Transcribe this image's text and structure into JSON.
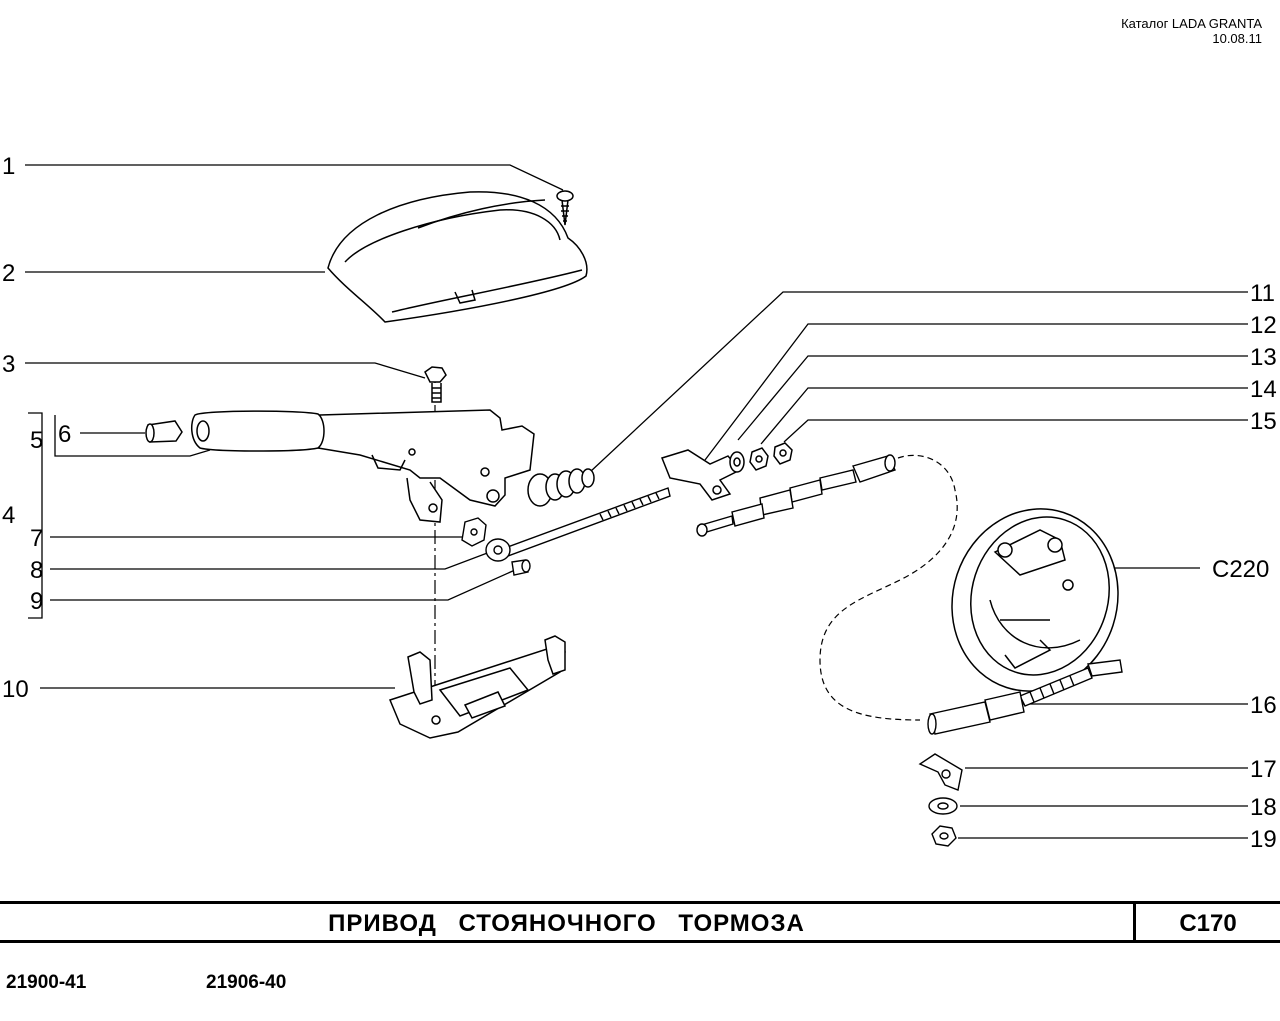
{
  "header": {
    "catalog": "Каталог LADA  GRANTA",
    "date": "10.08.11"
  },
  "callouts": {
    "c1": "1",
    "c2": "2",
    "c3": "3",
    "c4": "4",
    "c5": "5",
    "c6": "6",
    "c7": "7",
    "c8": "8",
    "c9": "9",
    "c10": "10",
    "c11": "11",
    "c12": "12",
    "c13": "13",
    "c14": "14",
    "c15": "15",
    "c16": "16",
    "c17": "17",
    "c18": "18",
    "c19": "19",
    "c220": "C220"
  },
  "title": {
    "text": "ПРИВОД  СТОЯНОЧНОГО  ТОРМОЗА",
    "code": "C170"
  },
  "models": [
    "21900-41",
    "21906-40"
  ],
  "colors": {
    "ink": "#000000",
    "paper": "#ffffff"
  }
}
